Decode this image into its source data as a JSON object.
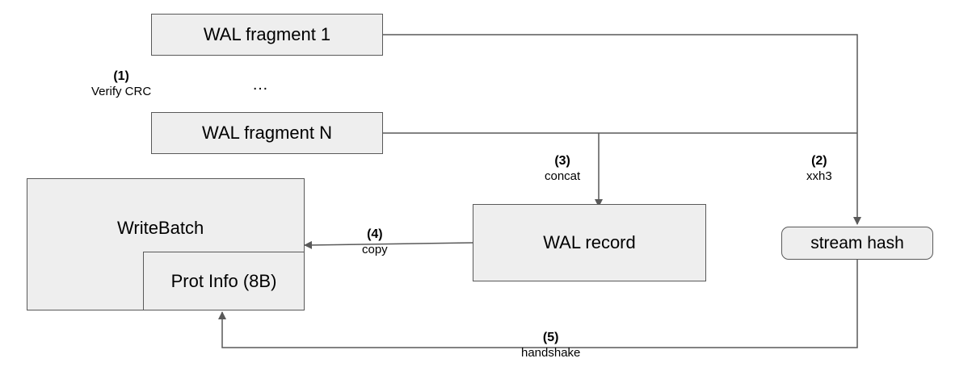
{
  "nodes": {
    "wal_fragment_1": "WAL fragment 1",
    "ellipsis": "…",
    "wal_fragment_n": "WAL fragment N",
    "writebatch": "WriteBatch",
    "prot_info": "Prot Info (8B)",
    "wal_record": "WAL record",
    "stream_hash": "stream hash"
  },
  "steps": {
    "s1": {
      "num": "(1)",
      "text": "Verify CRC"
    },
    "s2": {
      "num": "(2)",
      "text": "xxh3"
    },
    "s3": {
      "num": "(3)",
      "text": "concat"
    },
    "s4": {
      "num": "(4)",
      "text": "copy"
    },
    "s5": {
      "num": "(5)",
      "text": "handshake"
    }
  },
  "colors": {
    "box_fill": "#eeeeee",
    "stroke": "#595959"
  }
}
